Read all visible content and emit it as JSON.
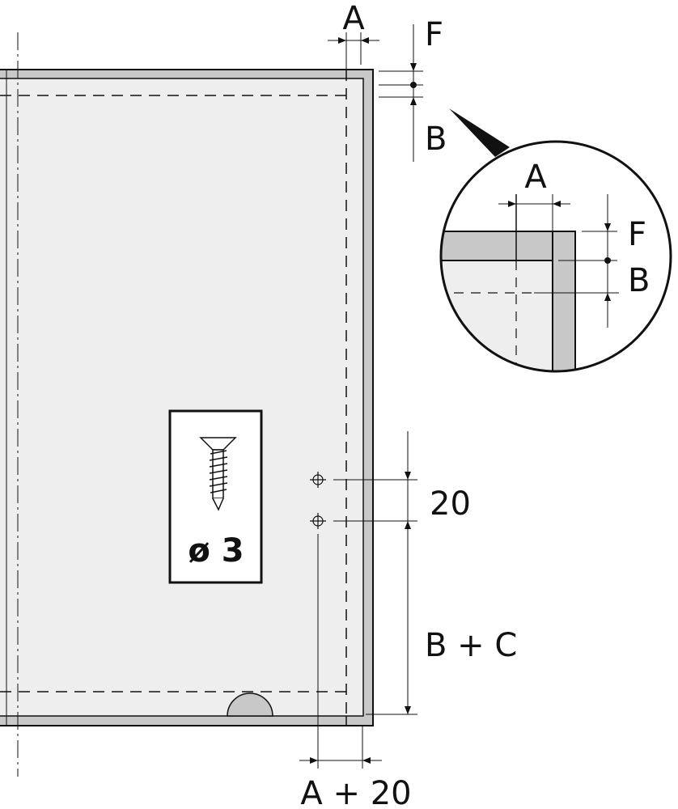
{
  "diagram": {
    "labels": {
      "top_a": "A",
      "top_f": "F",
      "top_b": "B",
      "detail_a": "A",
      "detail_f": "F",
      "detail_b": "B",
      "hole_spacing": "20",
      "hole_to_bottom": "B + C",
      "hole_offset": "A + 20"
    },
    "screw_box": {
      "icon": "countersunk-screw-icon",
      "diameter_label": "ø 3"
    },
    "colors": {
      "panel_fill": "#eeeeee",
      "frame_fill": "#c8c8c8",
      "line": "#111111"
    }
  }
}
